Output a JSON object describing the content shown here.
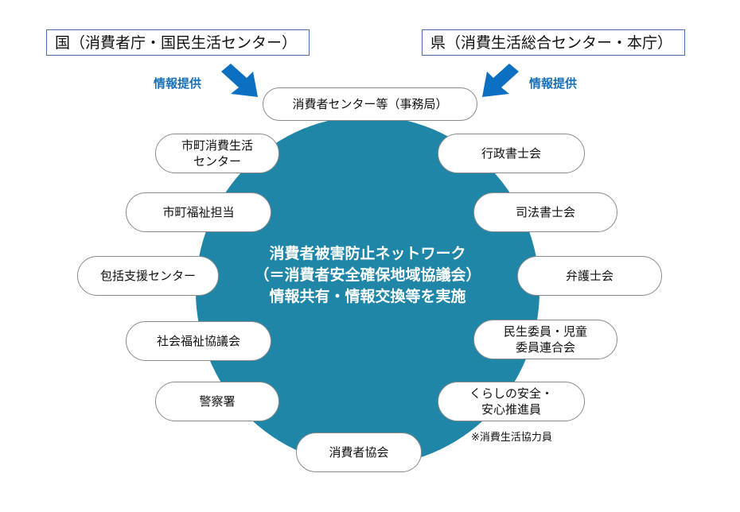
{
  "top_boxes": {
    "national": "国（消費者庁・国民生活センター）",
    "prefecture": "県（消費生活総合センター・本庁）"
  },
  "info_labels": {
    "left": "情報提供",
    "right": "情報提供"
  },
  "center": {
    "line1": "消費者被害防止ネットワーク",
    "line2": "（＝消費者安全確保地域協議会）",
    "line3": "情報共有・情報交換等を実施"
  },
  "members": {
    "secretariat": "消費者センター等（事務局）",
    "city_consumer_center_1": "市町消費生活",
    "city_consumer_center_2": "センター",
    "city_welfare": "市町福祉担当",
    "comprehensive_support": "包括支援センター",
    "social_welfare": "社会福祉協議会",
    "police": "警察署",
    "consumer_association": "消費者協会",
    "gyosei_shoshi": "行政書士会",
    "shiho_shoshi": "司法書士会",
    "bar_association": "弁護士会",
    "minsei_1": "民生委員・児童",
    "minsei_2": "委員連合会",
    "safety_promoter_1": "くらしの安全・",
    "safety_promoter_2": "安心推進員"
  },
  "note": "※消費生活協力員",
  "colors": {
    "network": "#1f86a8",
    "arrow": "#0b6fc2",
    "label": "#1a6fb5",
    "box_border": "#4a6fa5"
  }
}
